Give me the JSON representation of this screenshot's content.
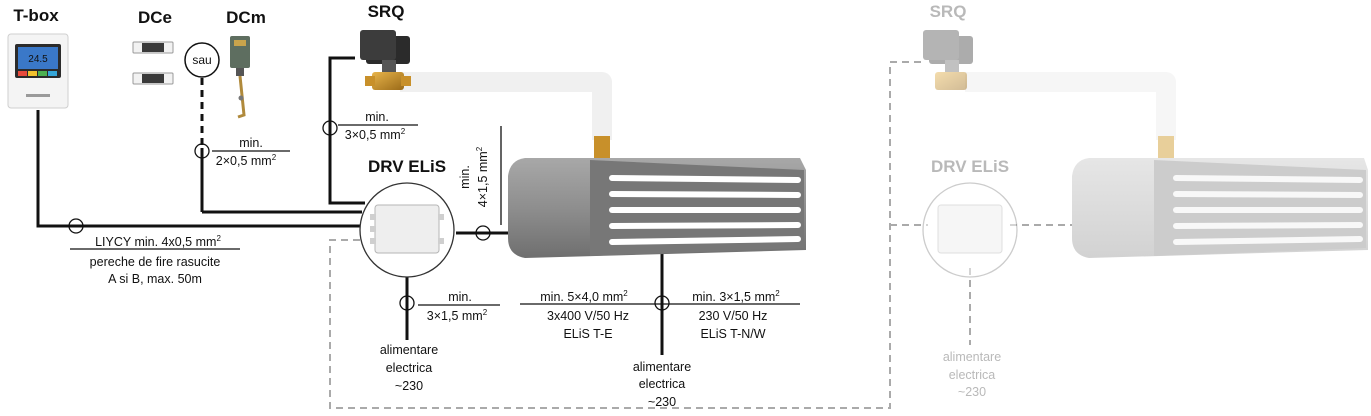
{
  "titles": {
    "tbox": "T-box",
    "dce": "DCe",
    "dcm": "DCm",
    "srq": "SRQ",
    "drv": "DRV ELiS",
    "srq_ghost": "SRQ",
    "drv_ghost": "DRV ELiS"
  },
  "tbox_screen": {
    "display": "24.5"
  },
  "sau": "sau",
  "cables": {
    "dc": {
      "l1": "min.",
      "l2": "2×0,5 mm",
      "sup": "2"
    },
    "srq": {
      "l1": "min.",
      "l2": "3×0,5 mm",
      "sup": "2"
    },
    "tbox": {
      "l1": "LIYCY min. 4x0,5 mm",
      "sup": "2",
      "l2": "pereche de fire rasucite",
      "l3": "A si B, max. 50m"
    },
    "unit_vertical": {
      "l1": "min.",
      "l2": "4×1,5 mm",
      "sup": "2"
    },
    "supply_drv": {
      "l1": "min.",
      "l2": "3×1,5 mm",
      "sup": "2"
    },
    "power_te": {
      "l1": "min. 5×4,0 mm",
      "sup": "2",
      "l2": "3x400 V/50 Hz",
      "l3": "ELiS T-E"
    },
    "power_tnw": {
      "l1": "min. 3×1,5 mm",
      "sup": "2",
      "l2": "230 V/50 Hz",
      "l3": "ELiS T-N/W"
    }
  },
  "supply": {
    "drv": {
      "l1": "alimentare",
      "l2": "electrica",
      "l3": "~230"
    },
    "unit": {
      "l1": "alimentare",
      "l2": "electrica",
      "l3": "~230"
    },
    "ghost": {
      "l1": "alimentare",
      "l2": "electrica",
      "l3": "~230"
    }
  },
  "colors": {
    "line": "#111111",
    "dashed": "#aaaaaa",
    "ghost_text": "#b9b9b9",
    "unit_body": "#8c8c8c",
    "unit_ghost": "#dcdcdc",
    "valve_brass": "#c8902a"
  },
  "icons": [
    "tbox-thermostat-icon",
    "dce-contact-icon",
    "dcm-contact-icon",
    "srq-valve-icon",
    "drv-controller-icon",
    "air-curtain-unit-icon",
    "cable-clamp-icon"
  ]
}
